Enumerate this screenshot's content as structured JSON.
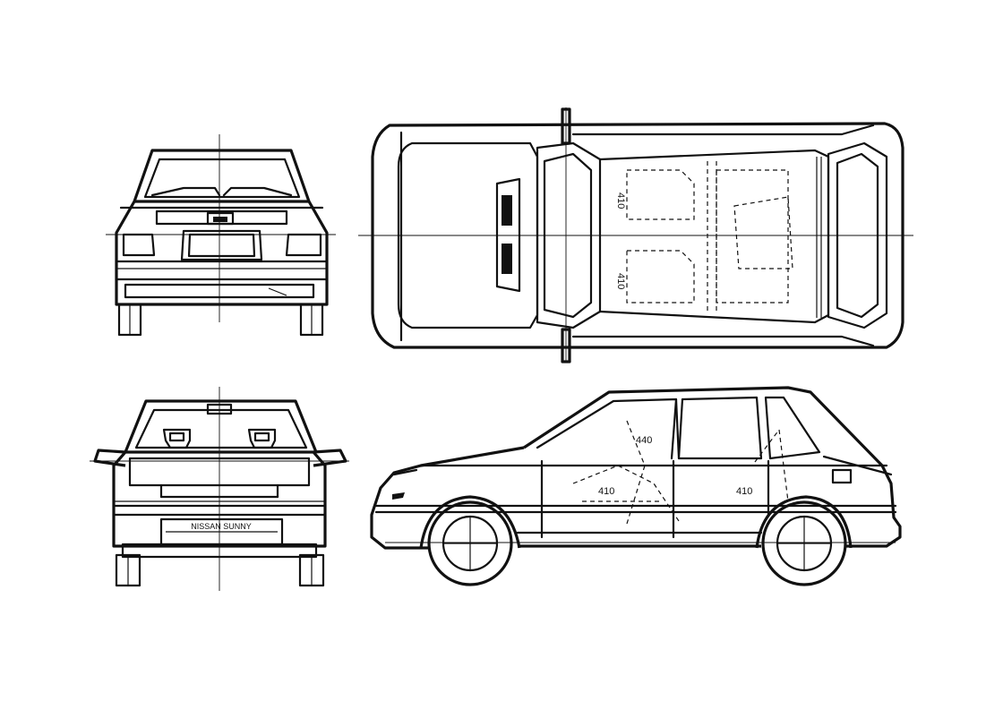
{
  "views": {
    "front": {
      "plate_text": ""
    },
    "rear": {
      "plate_text": "NISSAN SUNNY"
    },
    "top": {
      "dims": [
        "410",
        "410"
      ]
    },
    "side": {
      "dims": [
        "410",
        "440",
        "410"
      ]
    }
  },
  "colors": {
    "ink": "#111111",
    "paper": "#ffffff"
  }
}
